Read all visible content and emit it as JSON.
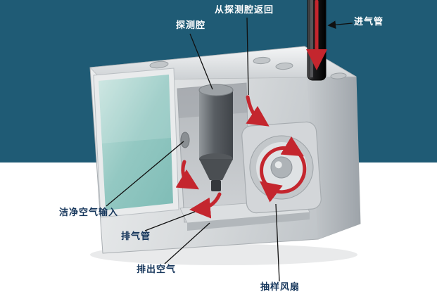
{
  "background": {
    "top_color": "#1f5b75",
    "bottom_color": "#ffffff"
  },
  "labels": {
    "detection_chamber": "探测腔",
    "return_from_detection_chamber": "从探测腔返回",
    "intake_pipe": "进气管",
    "clean_air_input": "洁净空气输入",
    "exhaust_pipe": "排气管",
    "exhaust_air": "排出空气",
    "sampling_fan": "抽样风扇"
  },
  "colors": {
    "airflow_arrow_red": "#c4262e",
    "device_body_gray": "#d7dadc",
    "screen_teal": "#93c8c2",
    "intake_pipe_black": "#1b1b1d",
    "label_on_blue": "#ffffff",
    "label_on_white": "#17375c"
  }
}
